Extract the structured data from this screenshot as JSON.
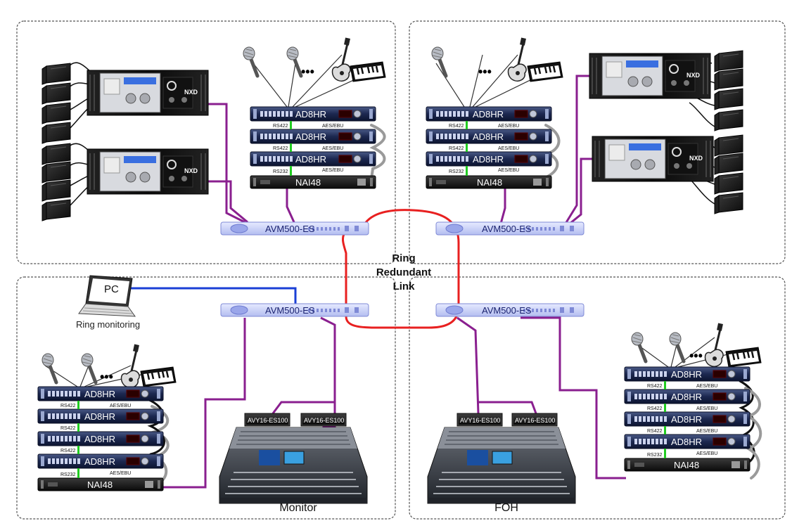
{
  "labels": {
    "ring": "Ring",
    "redundant": "Redundant",
    "link": "Link",
    "pc": "PC",
    "ring_monitoring": "Ring monitoring",
    "monitor": "Monitor",
    "foh": "FOH",
    "ellipsis": "•••"
  },
  "devices": {
    "ad8hr": "AD8HR",
    "nai48": "NAI48",
    "avm500": "AVM500-ES",
    "avy16": "AVY16-ES100",
    "nxd": "NXD",
    "rs422": "RS422",
    "rs232": "RS232",
    "aes_ebu": "AES/EBU"
  },
  "colors": {
    "purple": "#8a1f8f",
    "red": "#e82020",
    "blue": "#1a3fd6",
    "gray_cable": "#9a9a9a",
    "green": "#22cc22",
    "black_cable": "#111111"
  },
  "icons": [
    "microphone-icon",
    "guitar-icon",
    "keyboard-icon",
    "laptop-icon",
    "speaker-icon",
    "amplifier-icon",
    "mixing-console-icon",
    "rack-unit-icon"
  ]
}
